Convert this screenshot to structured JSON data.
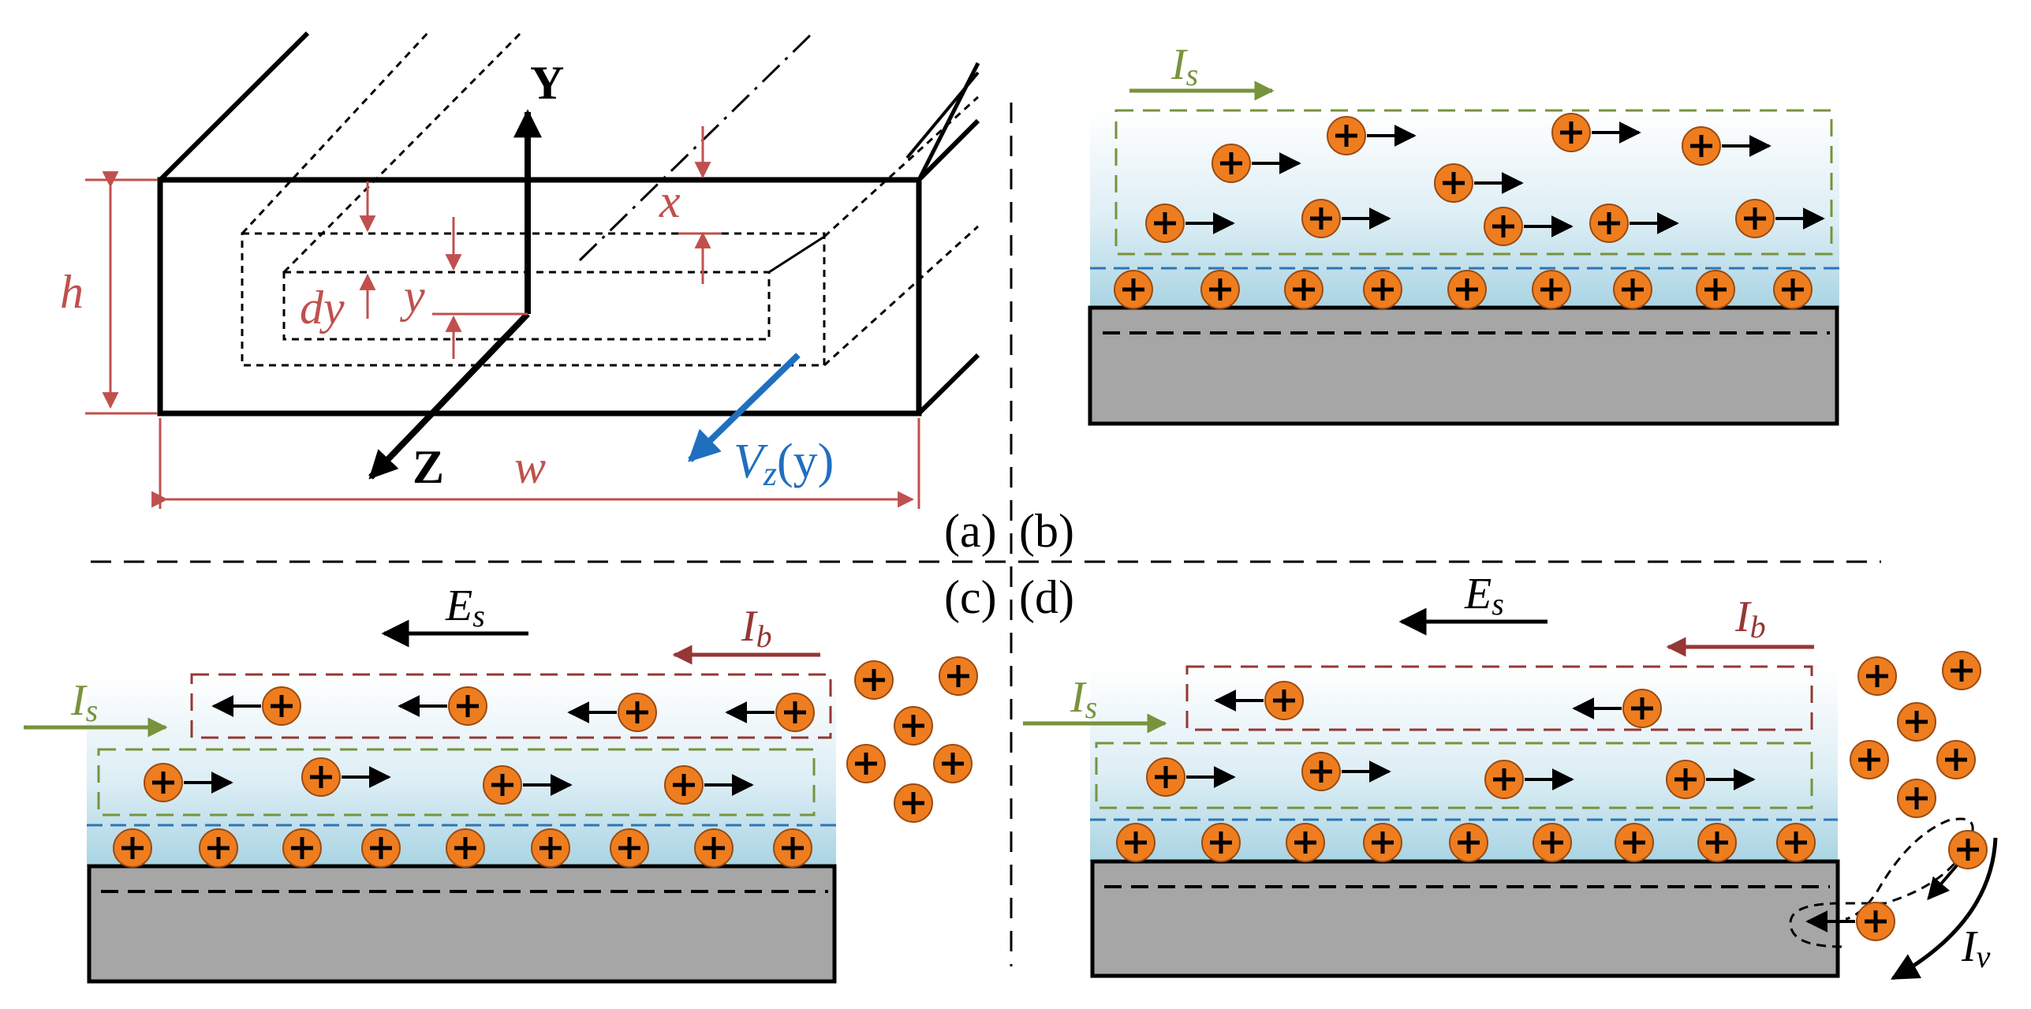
{
  "panels": {
    "a": {
      "label": "(a)",
      "axis_y": "Y",
      "axis_z": "Z",
      "dim_h": "h",
      "dim_w": "w",
      "dim_x": "x",
      "dim_y": "y",
      "dim_dy": "dy",
      "velocity_main": "V",
      "velocity_sub": "z",
      "velocity_arg": "(y)"
    },
    "b": {
      "label": "(b)",
      "current_main": "I",
      "current_sub": "s"
    },
    "c": {
      "label": "(c)",
      "field_main": "E",
      "field_sub": "s",
      "ib_main": "I",
      "ib_sub": "b",
      "is_main": "I",
      "is_sub": "s"
    },
    "d": {
      "label": "(d)",
      "field_main": "E",
      "field_sub": "s",
      "ib_main": "I",
      "ib_sub": "b",
      "is_main": "I",
      "is_sub": "s",
      "iv_main": "I",
      "iv_sub": "v"
    }
  },
  "colors": {
    "dimension_red": "#c0504d",
    "velocity_blue": "#1f6fc0",
    "streaming_green": "#77933c",
    "backflow_brown": "#953735",
    "ion_orange": "#ee7d1f",
    "wall_gray": "#a6a6a6",
    "layer_blue": "#2e75b6"
  },
  "icons": {
    "ion": "plus-circle-icon",
    "arrow": "arrow-icon"
  }
}
